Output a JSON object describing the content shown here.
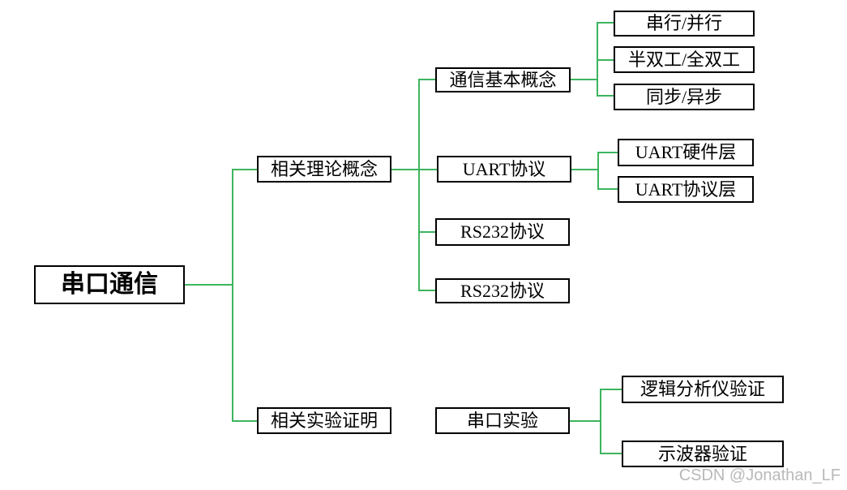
{
  "tree": {
    "label": "串口通信",
    "children": [
      {
        "label": "相关理论概念",
        "children": [
          {
            "label": "通信基本概念",
            "children": [
              {
                "label": "串行/并行"
              },
              {
                "label": "半双工/全双工"
              },
              {
                "label": "同步/异步"
              }
            ]
          },
          {
            "label": "UART协议",
            "children": [
              {
                "label": "UART硬件层"
              },
              {
                "label": "UART协议层"
              }
            ]
          },
          {
            "label": "RS232协议"
          },
          {
            "label": "RS232协议"
          }
        ]
      },
      {
        "label": "相关实验证明",
        "children": [
          {
            "label": "串口实验",
            "children": [
              {
                "label": "逻辑分析仪验证"
              },
              {
                "label": "示波器验证"
              }
            ]
          }
        ]
      }
    ]
  },
  "watermark": {
    "text": "CSDN @Jonathan_LF"
  },
  "colors": {
    "connector": "#3cb55e",
    "box_border": "#000000",
    "box_background": "#ffffff",
    "text": "#000000",
    "watermark": "#b9b9b9"
  }
}
